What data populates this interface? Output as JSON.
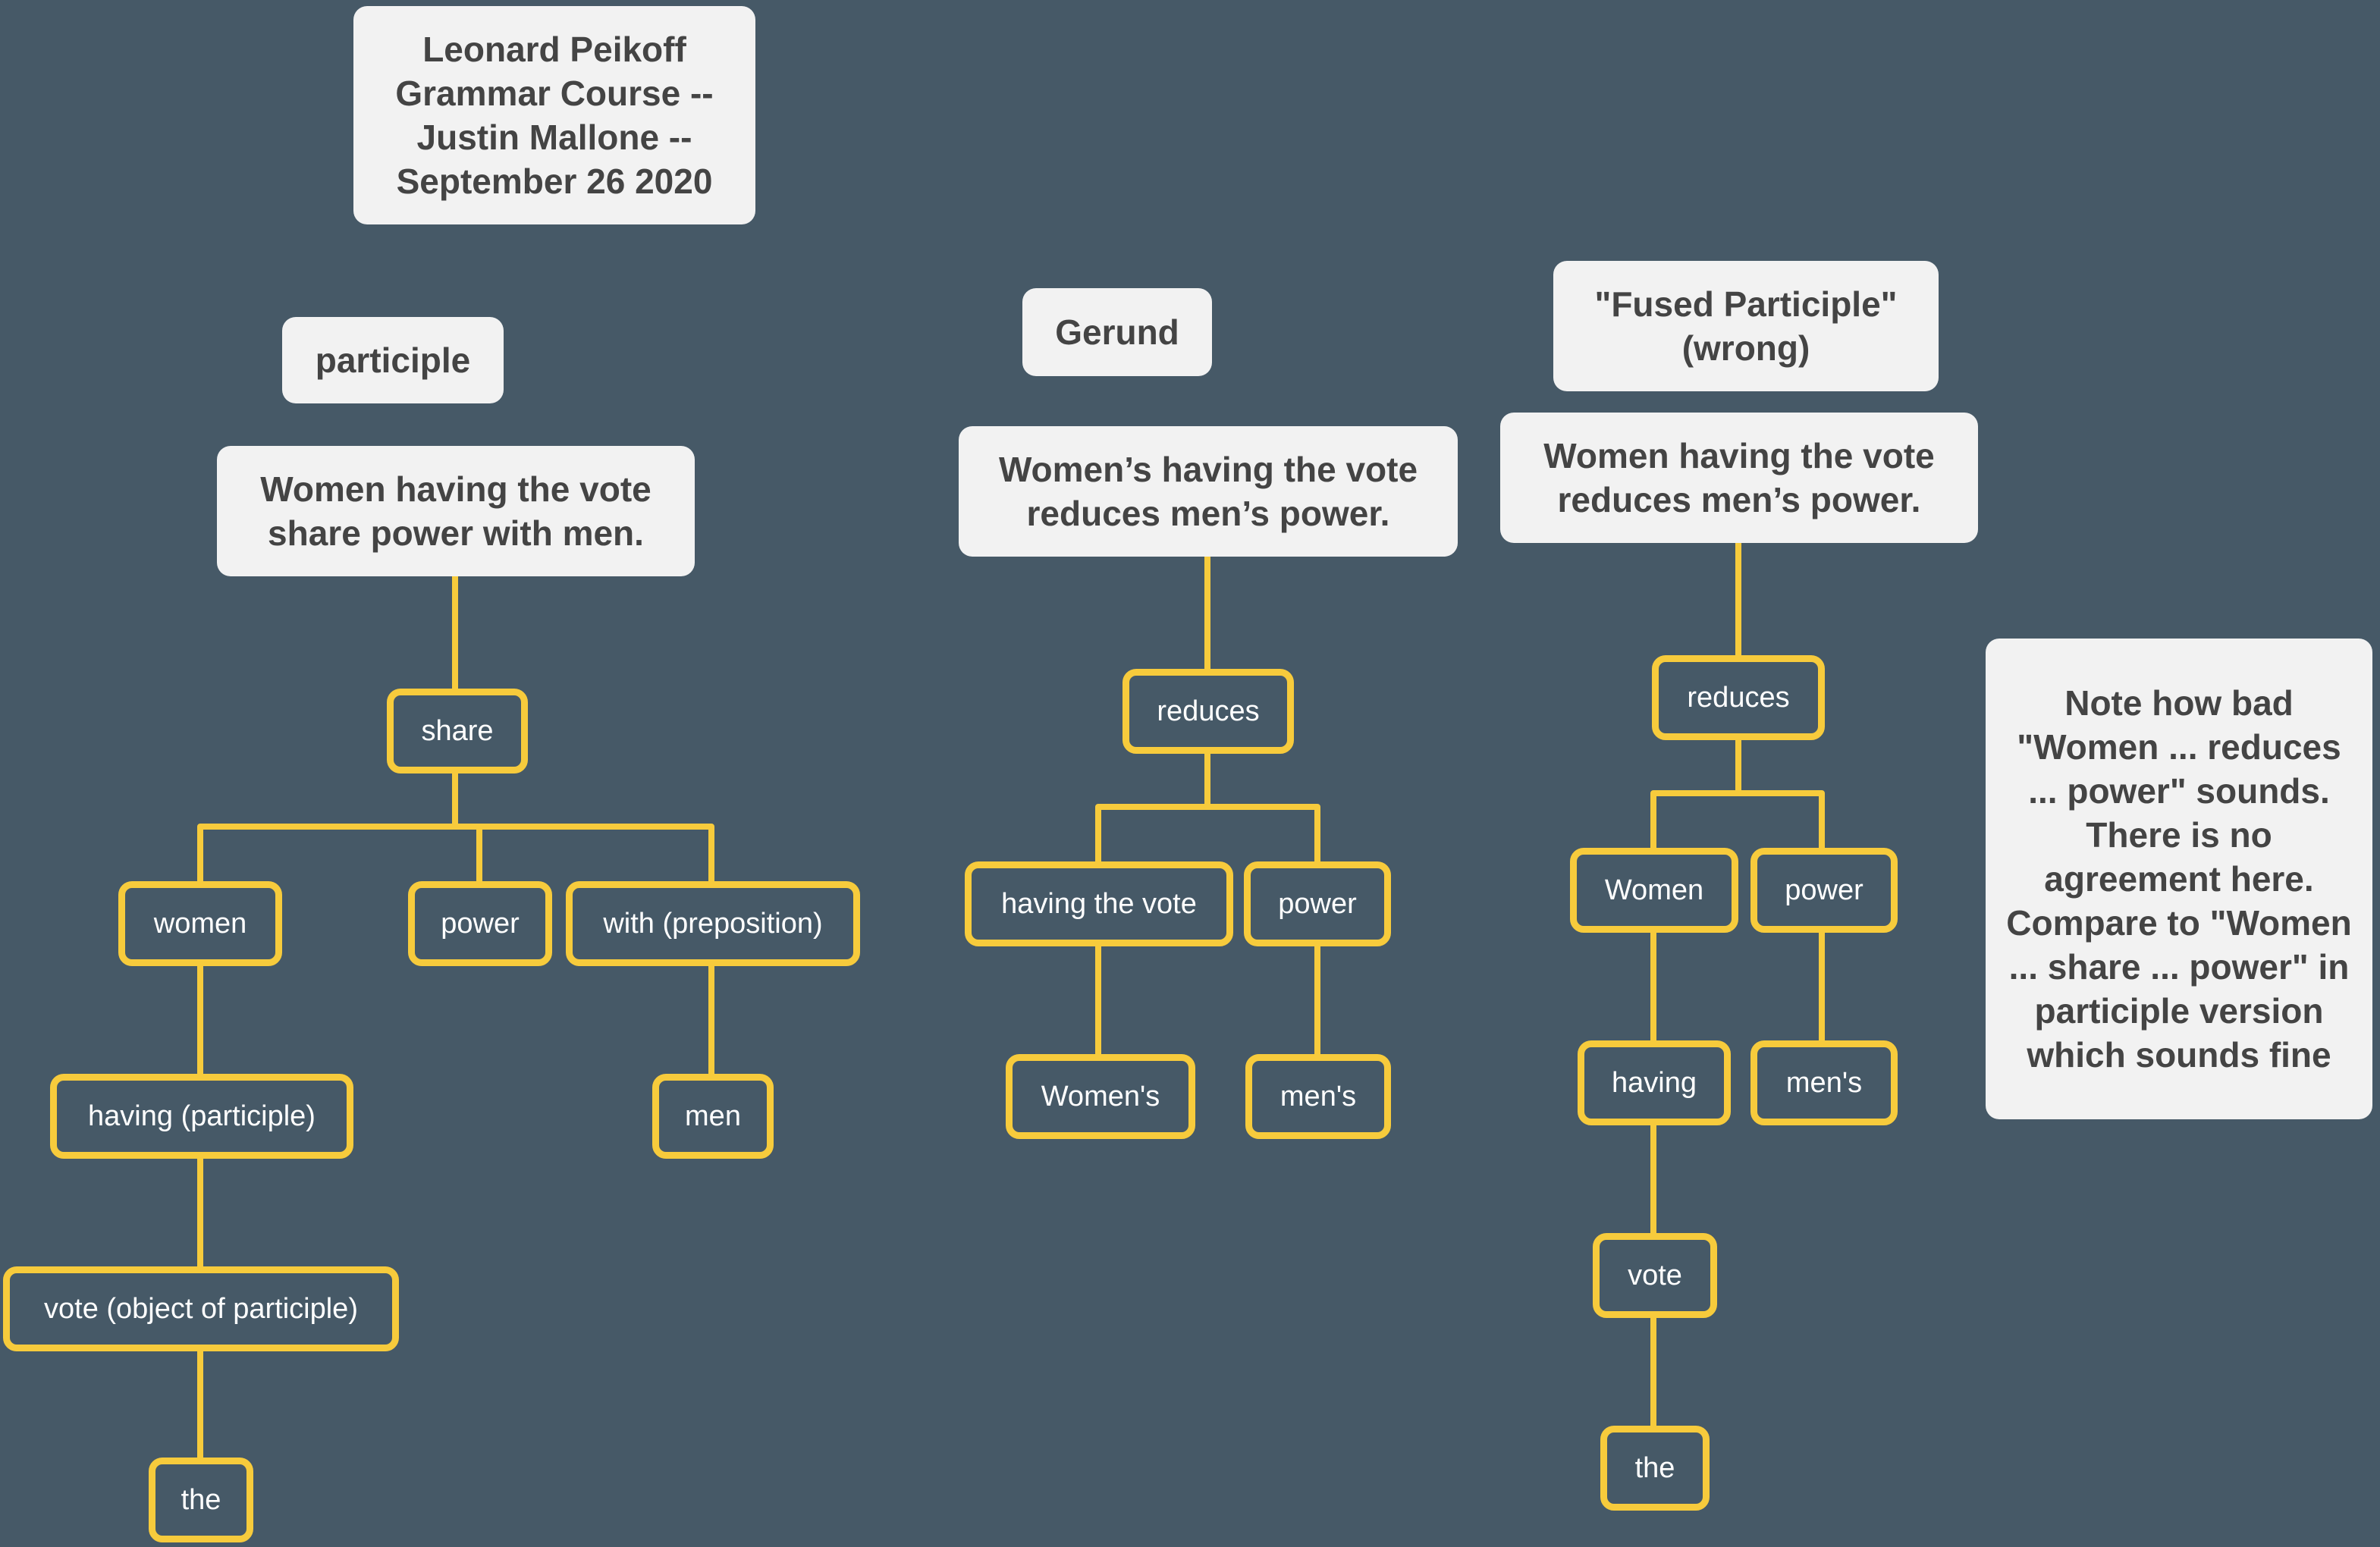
{
  "title": "Leonard Peikoff Grammar Course -- Justin Mallone -- September 26 2020",
  "note": "Note how bad \"Women ... reduces ... power\" sounds. There is no agreement here.  Compare to \"Women ... share ... power\" in participle version which sounds fine",
  "colors": {
    "background": "#465967",
    "node_border": "#F7CB3C",
    "note_fill": "#F2F2F2",
    "note_text": "#444444",
    "node_text": "#FFFFFF"
  },
  "participle": {
    "heading": "participle",
    "sentence": "Women having the vote share power with men.",
    "nodes": {
      "share": "share",
      "women": "women",
      "power": "power",
      "with": "with (preposition)",
      "men": "men",
      "having": "having (participle)",
      "vote": "vote (object of participle)",
      "the": "the"
    }
  },
  "gerund": {
    "heading": "Gerund",
    "sentence": "Women’s having the vote reduces men’s power.",
    "nodes": {
      "reduces": "reduces",
      "having_the_vote": "having the vote",
      "power": "power",
      "womens": "Women's",
      "mens": "men's"
    }
  },
  "fused": {
    "heading": "\"Fused Participle\" (wrong)",
    "sentence": "Women having the vote reduces men’s power.",
    "nodes": {
      "reduces": "reduces",
      "women": "Women",
      "power": "power",
      "having": "having",
      "mens": "men's",
      "vote": "vote",
      "the": "the"
    }
  }
}
